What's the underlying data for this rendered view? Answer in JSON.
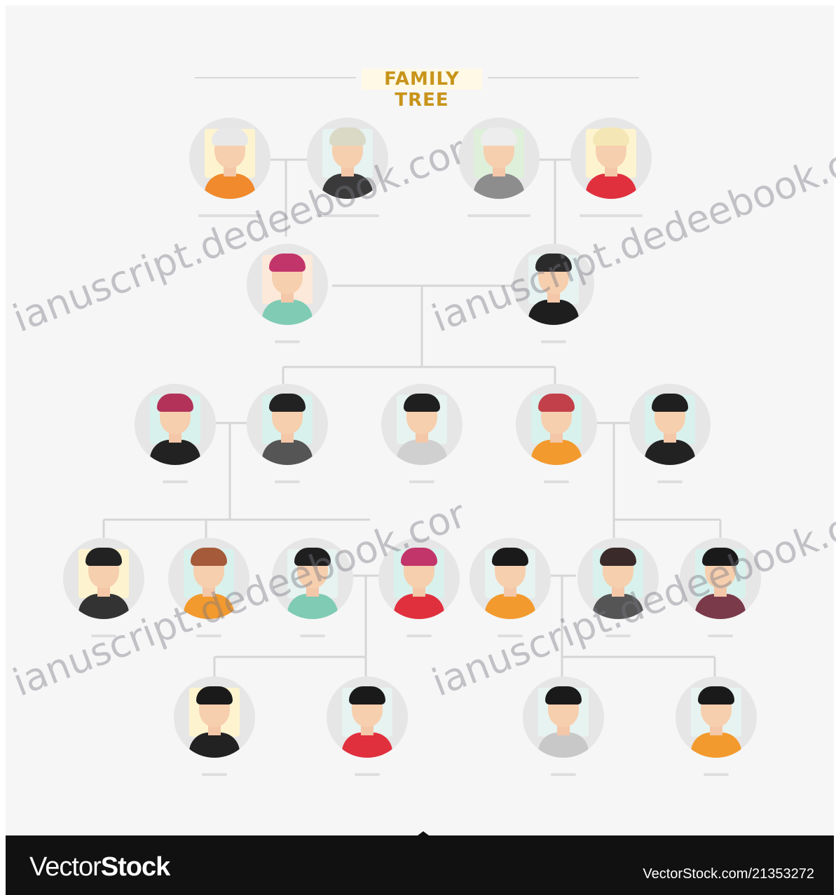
{
  "diagram": {
    "title": "FAMILY TREE",
    "title_color": "#c8941a",
    "line_color": "#d6d6d6",
    "circle_color": "#e6e6e6"
  },
  "people": [
    {
      "id": "gp1",
      "icon": "grandfather-orange-sweater-icon",
      "bg": "#fdf4cf",
      "shirt": "#f08a2c",
      "hair": "#e8e8e8"
    },
    {
      "id": "gp2",
      "icon": "grandmother-dark-dress-icon",
      "bg": "#e7f3f0",
      "shirt": "#3a3a3a",
      "hair": "#d9d9c6"
    },
    {
      "id": "gp3",
      "icon": "grandfather-gray-suit-icon",
      "bg": "#dff0da",
      "shirt": "#8d8d8d",
      "hair": "#ededed"
    },
    {
      "id": "gp4",
      "icon": "grandmother-red-dress-icon",
      "bg": "#fdf4cf",
      "shirt": "#e0303e",
      "hair": "#f4e7b5"
    },
    {
      "id": "p1",
      "icon": "mother-teal-dress-icon",
      "bg": "#fde9d9",
      "shirt": "#7fcbb4",
      "hair": "#c2356a"
    },
    {
      "id": "p2",
      "icon": "father-tuxedo-icon",
      "bg": "#e7f3f0",
      "shirt": "#1e1e1e",
      "hair": "#2b2b2b"
    },
    {
      "id": "c1",
      "icon": "woman-curly-pink-hair-icon",
      "bg": "#d9f1ec",
      "shirt": "#222222",
      "hair": "#b3325a"
    },
    {
      "id": "c2",
      "icon": "man-gray-suit-icon",
      "bg": "#d9f1ec",
      "shirt": "#555555",
      "hair": "#222222"
    },
    {
      "id": "c3",
      "icon": "man-glasses-icon",
      "bg": "#e7f3f0",
      "shirt": "#d0d0d0",
      "hair": "#1f1f1f"
    },
    {
      "id": "c4",
      "icon": "woman-red-hair-icon",
      "bg": "#d9f1ec",
      "shirt": "#f39a2e",
      "hair": "#c2404a"
    },
    {
      "id": "c5",
      "icon": "man-black-sweater-icon",
      "bg": "#d9f1ec",
      "shirt": "#222222",
      "hair": "#1f1f1f"
    },
    {
      "id": "g1",
      "icon": "gamer-headphones-icon",
      "bg": "#fdf4cf",
      "shirt": "#333333",
      "hair": "#222222"
    },
    {
      "id": "g2",
      "icon": "woman-brown-hair-icon",
      "bg": "#d9f1ec",
      "shirt": "#f39a2e",
      "hair": "#a55a3a"
    },
    {
      "id": "g3",
      "icon": "man-teal-shirt-icon",
      "bg": "#e7f3f0",
      "shirt": "#7fcbb4",
      "hair": "#1f1f1f"
    },
    {
      "id": "g4",
      "icon": "woman-pink-hair-icon",
      "bg": "#d9f1ec",
      "shirt": "#e0303e",
      "hair": "#c2356a"
    },
    {
      "id": "g5",
      "icon": "woman-long-black-hair-icon",
      "bg": "#e7f3f0",
      "shirt": "#f39a2e",
      "hair": "#1a1a1a"
    },
    {
      "id": "g6",
      "icon": "man-beard-suit-icon",
      "bg": "#d9f1ec",
      "shirt": "#555555",
      "hair": "#3a2a2a"
    },
    {
      "id": "g7",
      "icon": "woman-bun-hair-icon",
      "bg": "#d9f1ec",
      "shirt": "#7a3a4a",
      "hair": "#1a1a1a"
    },
    {
      "id": "k1",
      "icon": "girl-pigtails-icon",
      "bg": "#fdf4cf",
      "shirt": "#222222",
      "hair": "#1a1a1a"
    },
    {
      "id": "k2",
      "icon": "boy-red-shirt-icon",
      "bg": "#e7f3f0",
      "shirt": "#e0303e",
      "hair": "#1a1a1a"
    },
    {
      "id": "k3",
      "icon": "boy-blue-cap-icon",
      "bg": "#e7f3f0",
      "shirt": "#c8c8c8",
      "hair": "#1a1a1a"
    },
    {
      "id": "k4",
      "icon": "girl-bow-hair-icon",
      "bg": "#e7f3f0",
      "shirt": "#f39a2e",
      "hair": "#1a1a1a"
    }
  ],
  "watermark": {
    "text_1": "ianuscript.dedeebook.cor",
    "text_2": "ianuscript.dedeebook.co",
    "text_3": "ianuscript.dedeebook.cor",
    "text_4": "ianuscript.dedeebook.co"
  },
  "footer": {
    "logo_part1": "Vector",
    "logo_part2": "Stock",
    "image_id": "VectorStock.com/21353272"
  }
}
